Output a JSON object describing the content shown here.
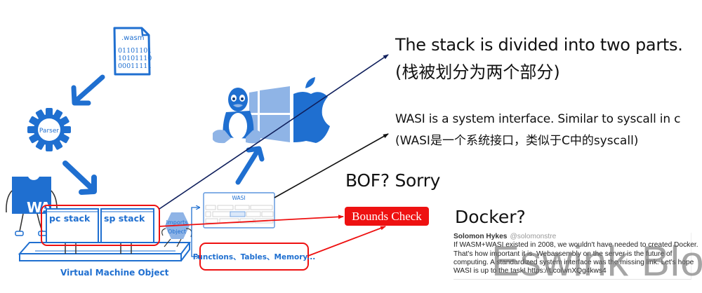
{
  "diagram": {
    "wasm_file": {
      "extension": ".wasm",
      "binary_lines": [
        "01101101",
        "10101110",
        "00011111"
      ]
    },
    "parser_label": "Parser",
    "wa_logo_label": "WA",
    "vm": {
      "title": "Virtual Machine Object",
      "pc_stack_label": "pc stack",
      "sp_stack_label": "sp stack",
      "imports_label_line1": "Imports",
      "imports_label_line2": "Object"
    },
    "wasi_box_title": "WASI",
    "functions_box_label": "Functions、Tables、Memory...",
    "os_icons": [
      "linux-tux",
      "windows",
      "apple"
    ],
    "colors": {
      "diagram_blue": "#1f6fd0",
      "light_blue": "#8fb4e6",
      "highlight_red": "#ee1111",
      "arrow_navy": "#0f1f5c"
    }
  },
  "annotations": {
    "stack_line1": "The stack is divided into two parts.",
    "stack_line2": "(栈被划分为两个部分)",
    "wasi_line1": "WASI is a system interface. Similar to syscall in c",
    "wasi_line2": "(WASI是一个系统接口，类似于C中的syscall)",
    "bof": "BOF? Sorry",
    "bounds_check": "Bounds Check",
    "docker": "Docker?"
  },
  "tweet": {
    "author": "Solomon Hykes",
    "handle": "@solomonstre",
    "lines": [
      "If WASM+WASI existed in 2008, we wouldn't have needed to created Docker.",
      "That's how important it is. Webassembly on the server is the future of",
      "computing. A standardized system interface was the missing link. Let's hope",
      "WASI is up to the task! https://t.co/wnXQg4kws4"
    ]
  },
  "watermark": "Eswink Blog"
}
